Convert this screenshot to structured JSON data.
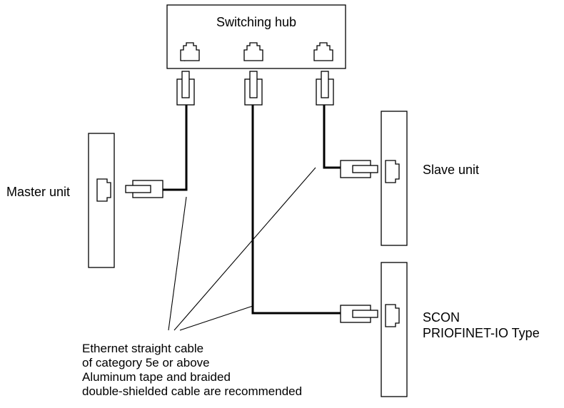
{
  "hub": {
    "label": "Switching hub"
  },
  "master": {
    "label": "Master unit"
  },
  "slave": {
    "label": "Slave unit"
  },
  "scon": {
    "line1": "SCON",
    "line2": "PRIOFINET-IO Type"
  },
  "cable_note": {
    "line1": "Ethernet straight cable",
    "line2": "of category 5e or above",
    "line3": "Aluminum tape and braided",
    "line4": "double-shielded cable are recommended"
  }
}
